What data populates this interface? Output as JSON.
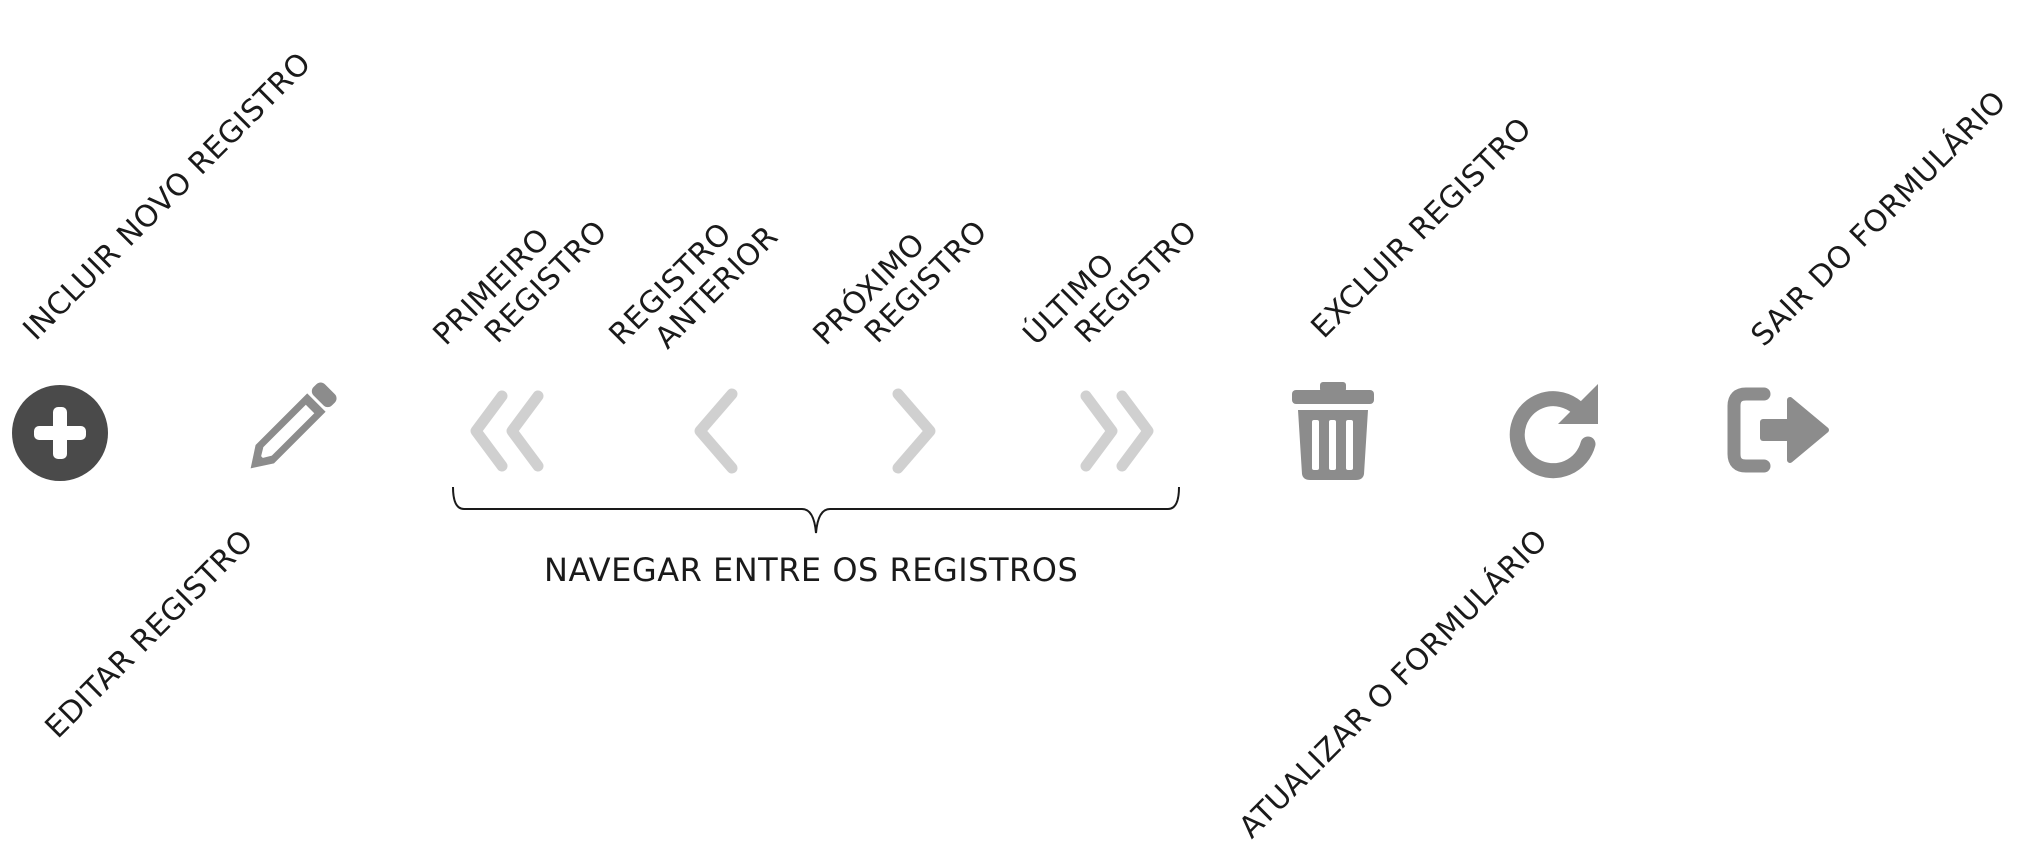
{
  "toolbar": {
    "add": {
      "icon": "plus-circle-icon",
      "label": "INCLUIR NOVO REGISTRO"
    },
    "edit": {
      "icon": "pencil-icon",
      "label": "EDITAR REGISTRO"
    },
    "first": {
      "icon": "double-chevron-left-icon",
      "label_line1": "PRIMEIRO",
      "label_line2": "REGISTRO"
    },
    "previous": {
      "icon": "chevron-left-icon",
      "label_line1": "REGISTRO",
      "label_line2": "ANTERIOR"
    },
    "next": {
      "icon": "chevron-right-icon",
      "label_line1": "PRÓXIMO",
      "label_line2": "REGISTRO"
    },
    "last": {
      "icon": "double-chevron-right-icon",
      "label_line1": "ÚLTIMO",
      "label_line2": "REGISTRO"
    },
    "delete": {
      "icon": "trash-icon",
      "label": "EXCLUIR REGISTRO"
    },
    "refresh": {
      "icon": "refresh-icon",
      "label": "ATUALIZAR O FORMULÁRIO"
    },
    "exit": {
      "icon": "exit-icon",
      "label": "SAIR DO FORMULÁRIO"
    }
  },
  "navigation_caption": "NAVEGAR ENTRE OS REGISTROS",
  "colors": {
    "active_icon": "#4a4a4a",
    "secondary_icon": "#8c8c8c",
    "disabled_nav": "#d0d0d0",
    "text": "#1a1a1a"
  }
}
